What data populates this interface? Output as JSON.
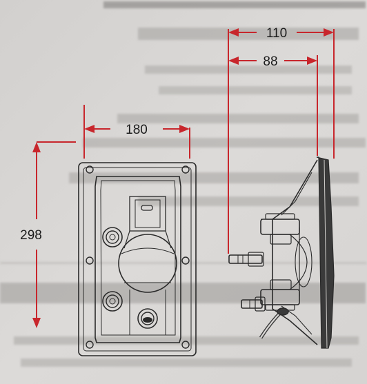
{
  "dimensions": {
    "width_label": "180",
    "height_label": "298",
    "total_depth_label": "110",
    "body_depth_label": "88"
  },
  "colors": {
    "dimension_line": "#c8262c",
    "drawing_line": "#2a2a2a",
    "paper": "#dad8d6"
  }
}
